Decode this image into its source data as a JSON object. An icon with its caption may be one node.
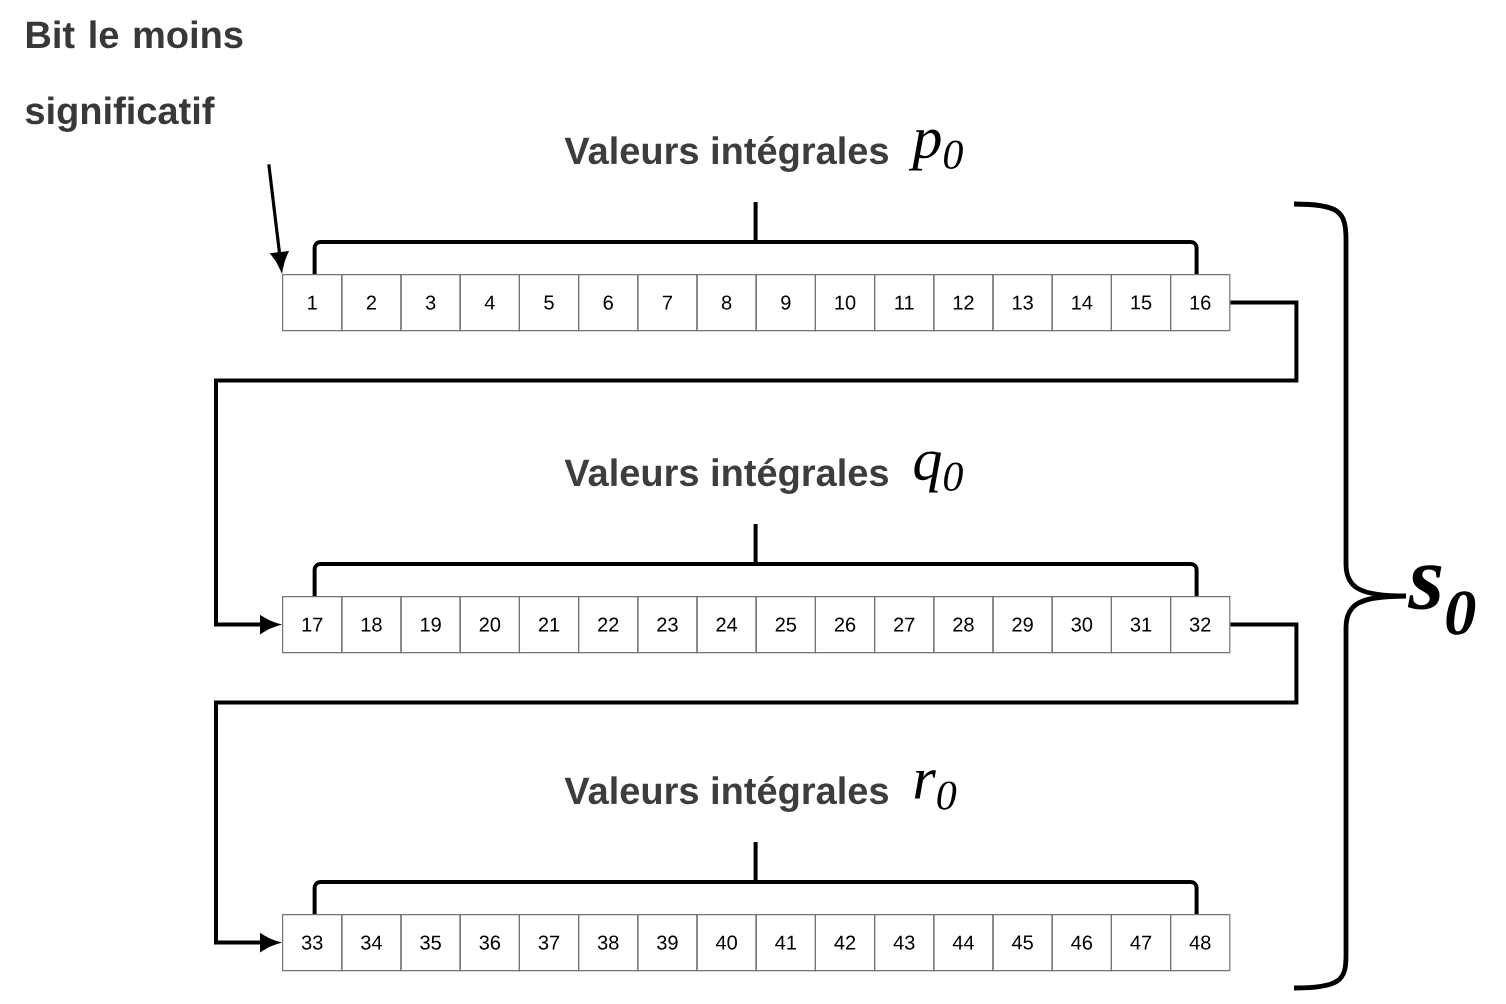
{
  "diagram": {
    "nodes": [
      {
        "text": [
          "Bit le moins significatif"
        ]
      },
      {
        "text": [
          "1"
        ]
      },
      {
        "text": [
          "2"
        ]
      },
      {
        "text": [
          "3"
        ]
      },
      {
        "text": [
          "4"
        ]
      },
      {
        "text": [
          "5"
        ]
      },
      {
        "text": [
          "6"
        ]
      },
      {
        "text": [
          "7"
        ]
      },
      {
        "text": [
          "8"
        ]
      },
      {
        "text": [
          "9"
        ]
      },
      {
        "text": [
          "10"
        ]
      },
      {
        "text": [
          "11"
        ]
      },
      {
        "text": [
          "12"
        ]
      },
      {
        "text": [
          "13"
        ]
      },
      {
        "text": [
          "14"
        ]
      },
      {
        "text": [
          "15"
        ]
      },
      {
        "text": [
          "16"
        ]
      },
      {
        "text": [
          "17"
        ]
      },
      {
        "text": [
          "18"
        ]
      },
      {
        "text": [
          "19"
        ]
      },
      {
        "text": [
          "20"
        ]
      },
      {
        "text": [
          "21"
        ]
      },
      {
        "text": [
          "22"
        ]
      },
      {
        "text": [
          "23"
        ]
      },
      {
        "text": [
          "24"
        ]
      },
      {
        "text": [
          "25"
        ]
      },
      {
        "text": [
          "26"
        ]
      },
      {
        "text": [
          "27"
        ]
      },
      {
        "text": [
          "28"
        ]
      },
      {
        "text": [
          "29"
        ]
      },
      {
        "text": [
          "30"
        ]
      },
      {
        "text": [
          "31"
        ]
      },
      {
        "text": [
          "32"
        ]
      },
      {
        "text": [
          "33"
        ]
      },
      {
        "text": [
          "34"
        ]
      },
      {
        "text": [
          "35"
        ]
      },
      {
        "text": [
          "36"
        ]
      },
      {
        "text": [
          "37"
        ]
      },
      {
        "text": [
          "38"
        ]
      },
      {
        "text": [
          "39"
        ]
      },
      {
        "text": [
          "40"
        ]
      },
      {
        "text": [
          "41"
        ]
      },
      {
        "text": [
          "42"
        ]
      },
      {
        "text": [
          "43"
        ]
      },
      {
        "text": [
          "44"
        ]
      },
      {
        "text": [
          "45"
        ]
      },
      {
        "text": [
          "46"
        ]
      },
      {
        "text": [
          "47"
        ]
      },
      {
        "text": [
          "48"
        ]
      }
    ],
    "edges": [
      {
        "from": 0,
        "to": 1,
        "arrow": "to"
      },
      {
        "from": 16,
        "to": 17,
        "arrow": "to"
      },
      {
        "from": 32,
        "to": 33,
        "arrow": "to"
      }
    ],
    "labels": [
      "Valeurs intégrales",
      "p$_{0}$",
      "Valeurs intégrales",
      "q$_{0}$",
      "s$_{0}$",
      "Valeurs intégrales",
      "r$_{0}$"
    ]
  }
}
